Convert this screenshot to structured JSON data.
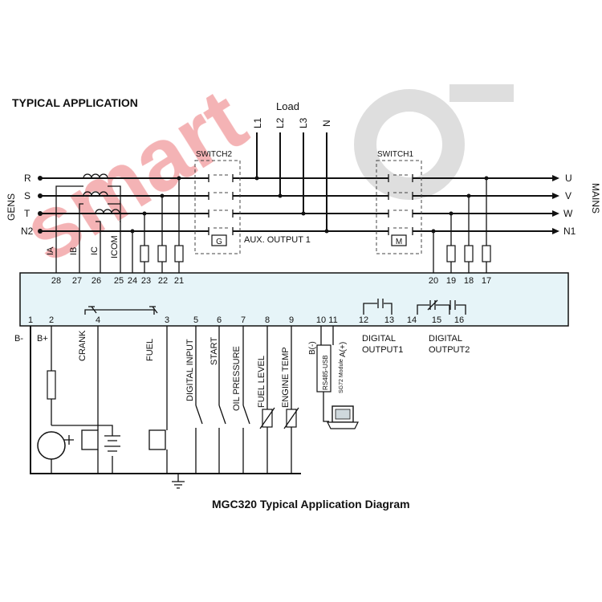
{
  "title": "TYPICAL APPLICATION",
  "caption": "MGC320 Typical Application Diagram",
  "watermark": "smart",
  "load_label": "Load",
  "load_lines": [
    "L1",
    "L2",
    "L3",
    "N"
  ],
  "gens_label": "GENS",
  "mains_label": "MAINS",
  "gen_phases": [
    "R",
    "S",
    "T",
    "N2"
  ],
  "mains_phases": [
    "U",
    "V",
    "W",
    "N1"
  ],
  "switch2_label": "SWITCH2",
  "switch1_label": "SWITCH1",
  "switch2_box": "G",
  "switch1_box": "M",
  "aux_output": "AUX. OUTPUT 1",
  "ct_labels": [
    "IA",
    "IB",
    "IC",
    "ICOM"
  ],
  "top_terminals": [
    "28",
    "27",
    "26",
    "25",
    "24",
    "23",
    "22",
    "21",
    "20",
    "19",
    "18",
    "17"
  ],
  "bottom_terminals": [
    "1",
    "2",
    "4",
    "3",
    "5",
    "6",
    "7",
    "8",
    "9",
    "10",
    "11",
    "12",
    "13",
    "14",
    "15",
    "16"
  ],
  "supply_labels": [
    "B-",
    "B+"
  ],
  "input_labels": [
    "CRANK",
    "FUEL",
    "DIGITAL INPUT",
    "START",
    "OIL PRESSURE",
    "FUEL LEVEL",
    "ENGINE TEMP"
  ],
  "comm_labels": [
    "B(-)",
    "A(+)",
    "RS485-USB",
    "SG72 Module"
  ],
  "digital_output1": [
    "DIGITAL",
    "OUTPUT1"
  ],
  "digital_output2": [
    "DIGITAL",
    "OUTPUT2"
  ],
  "colors": {
    "controller_fill": "#e6f4f8",
    "watermark_red": "#f2a6a8",
    "watermark_gray": "#d9d9d9"
  }
}
